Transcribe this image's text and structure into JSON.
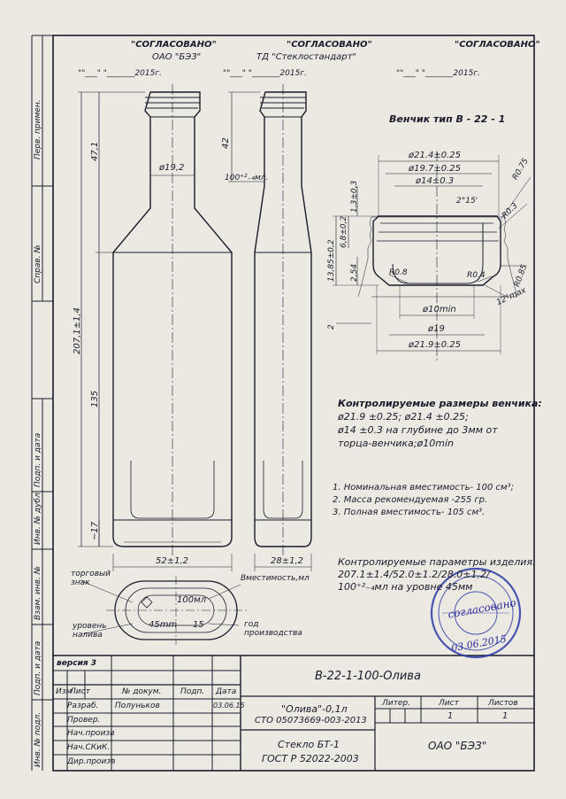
{
  "header": {
    "approvals": [
      {
        "title": "\"СОГЛАСОВАНО\"",
        "org": "ОАО  \"БЭЗ\"",
        "date": "\"\"___\" \"_______2015г."
      },
      {
        "title": "\"СОГЛАСОВАНО\"",
        "org": "ТД  \"Стеклостандарт\"",
        "date": "\"\"___\" \"_______2015г."
      },
      {
        "title": "\"СОГЛАСОВАНО\"",
        "org": "",
        "date": "\"\"___\" \"_______2015г."
      }
    ]
  },
  "side_labels": {
    "perv_primen": "Перв. примен.",
    "sprav": "Справ. №",
    "podp_data_1": "Подп. и дата",
    "inv_dubl": "Инв. № дубл.",
    "vzam_inv": "Взам. инв. №",
    "podp_data_2": "Подп. и дата",
    "inv_podl": "Инв. № подл."
  },
  "bottle_front": {
    "neck_dim": "ø19,2",
    "height_neck": "47,1",
    "height_total": "207,1±1,4",
    "height_body": "135",
    "bottom_dim": "~17",
    "width": "52±1,2"
  },
  "bottle_side": {
    "level_dim": "42",
    "fill_label": "100⁺²₋₄мл.",
    "width": "28±1,2",
    "capacity_label": "Вместимость,мл"
  },
  "bottom_mark": {
    "volume": "100мл",
    "level": "45mm",
    "year": "15",
    "label_trademark": "торговый знак",
    "label_level": "уровень налива",
    "label_year": "год производства"
  },
  "finish": {
    "title": "Венчик тип В - 22 - 1",
    "d1": "ø21.4±0.25",
    "d2": "ø19.7±0.25",
    "d3": "ø14±0.3",
    "d4": "ø10min",
    "d5": "ø19",
    "d6": "ø21.9±0.25",
    "h1": "1,3±0,3",
    "h2": "6,8±0,2",
    "h3": "13,85±0,2",
    "h4": "2,54",
    "h5": "2",
    "angle": "2°15'",
    "r1": "R0.75",
    "r2": "R0.3",
    "r3": "R0.85",
    "r4": "R0.8",
    "r5": "R0.4",
    "taper": "12°max"
  },
  "notes": {
    "controlled_finish": [
      "Контролируемые размеры венчика:",
      "ø21.9  ±0.25;  ø21.4  ±0.25;",
      "ø14  ±0.3  на глубине до 3мм от",
      "торца-венчика;ø10min"
    ],
    "capacity": [
      "1.  Номинальная вместимость-  100 см³;",
      "2.  Масса рекомендуемая  -255 гр.",
      "3.  Полная вместимость-  105 см³."
    ],
    "params": [
      "Контролируемые параметры изделия:",
      "207.1±1.4/52.0±1.2/28.0±1,2/",
      "100⁺²₋₄мл  на уровне 45мм"
    ]
  },
  "title_block": {
    "version": "версия 3",
    "h_izm": "Изм",
    "h_list": "Лист",
    "h_doc": "№ докум.",
    "h_podp": "Подп.",
    "h_data": "Дата",
    "r_razrab": "Разраб.",
    "r_prover": "Провер.",
    "r_nach": "Нач.произв",
    "r_nachsk": "Нач.СКиК.",
    "r_dir": "Дир.произв",
    "razrab_name": "Полуньков",
    "razrab_date": "03.06.15",
    "designation": "В-22-1-100-Олива",
    "product_line1": "\"Олива\"-0,1л",
    "product_line2": "СТО 05073669-003-2013",
    "material_line1": "Стекло БТ-1",
    "material_line2": "ГОСТ Р 52022-2003",
    "h_liter": "Литер.",
    "h_sheet": "Лист",
    "h_sheets": "Листов",
    "sheet": "1",
    "sheets": "1",
    "company": "ОАО  \"БЭЗ\""
  },
  "stamp": {
    "text1": "согласовано",
    "text2": "03.06.2015"
  },
  "colors": {
    "ink": "#1a1a2a",
    "stamp": "#2a3aa8",
    "paper": "#ece9e3"
  }
}
